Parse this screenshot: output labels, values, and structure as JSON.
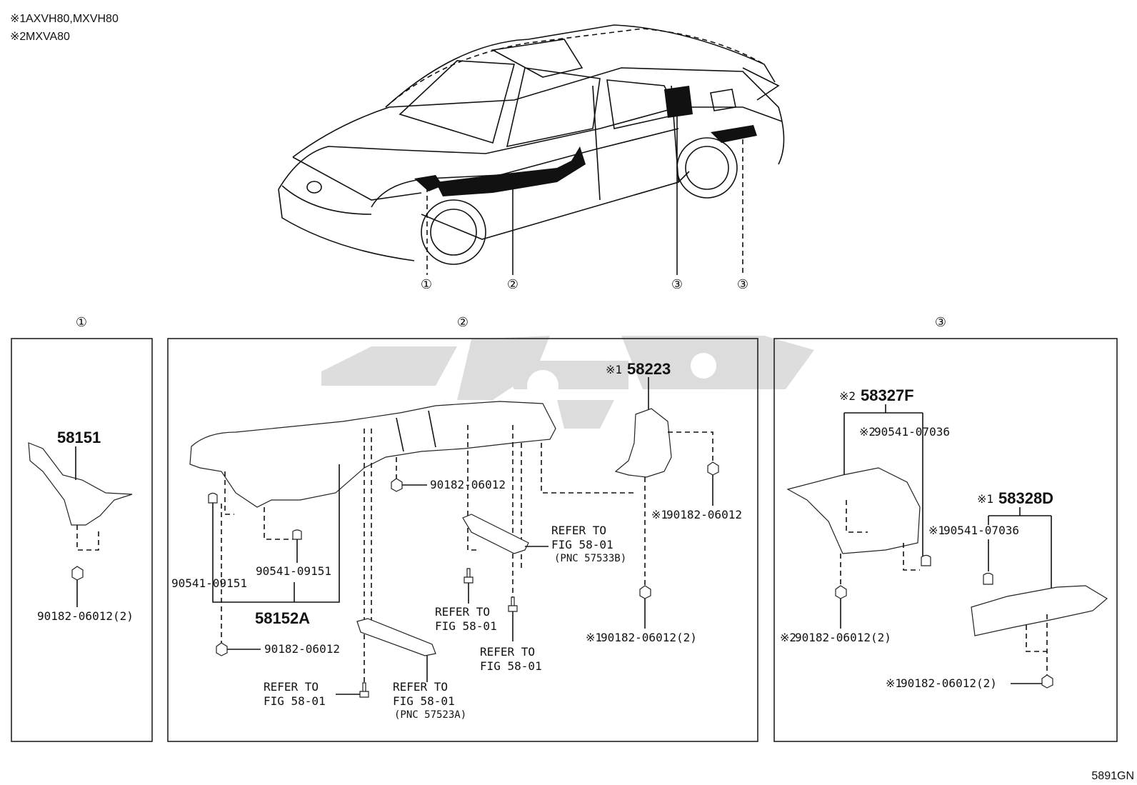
{
  "notes": [
    {
      "mark": "※1",
      "text": "AXVH80,MXVH80"
    },
    {
      "mark": "※2",
      "text": "MXVA80"
    }
  ],
  "overview_callouts": [
    "①",
    "②",
    "③",
    "③"
  ],
  "sections": {
    "s1": {
      "title": "①",
      "part": "58151",
      "fastener": "90182-06012(2)"
    },
    "s2": {
      "title": "②",
      "part_main": "58152A",
      "part_58223_mark": "※1",
      "part_58223": "58223",
      "clip_a": "90541-09151",
      "clip_b": "90541-09151",
      "nut_a": "90182-06012",
      "nut_b": "90182-06012",
      "nut_c_mark": "※1",
      "nut_c": "90182-06012",
      "nut_d_mark": "※1",
      "nut_d": "90182-06012(2)",
      "ref_1": [
        "REFER TO",
        "FIG 58-01",
        "(PNC 57533B)"
      ],
      "ref_2": [
        "REFER TO",
        "FIG 58-01"
      ],
      "ref_3": [
        "REFER TO",
        "FIG 58-01"
      ],
      "ref_4": [
        "REFER TO",
        "FIG 58-01"
      ],
      "ref_5": [
        "REFER TO",
        "FIG 58-01",
        "(PNC 57523A)"
      ]
    },
    "s3": {
      "title": "③",
      "part_a_mark": "※2",
      "part_a": "58327F",
      "part_b_mark": "※1",
      "part_b": "58328D",
      "clip_a_mark": "※2",
      "clip_a": "90541-07036",
      "clip_b_mark": "※1",
      "clip_b": "90541-07036",
      "nut_a_mark": "※2",
      "nut_a": "90182-06012(2)",
      "nut_b_mark": "※1",
      "nut_b": "90182-06012(2)"
    }
  },
  "footer_code": "5891GN",
  "watermark_color": "#d9d9d9"
}
